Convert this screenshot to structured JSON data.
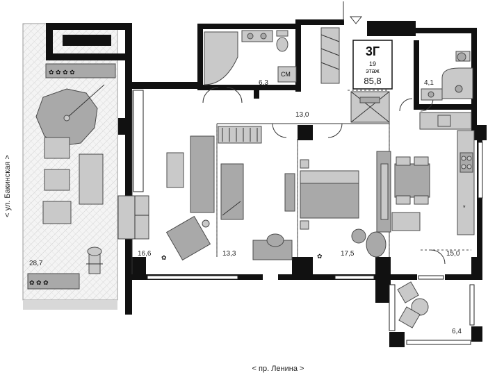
{
  "apartment": {
    "type": "3Г",
    "floor_number": "19",
    "floor_label": "этаж",
    "total_area": "85,8"
  },
  "rooms": {
    "terrace": "28,7",
    "bath": "6,3",
    "bath_tag": "СМ",
    "corridor": "13,0",
    "wc": "4,1",
    "living": "16,6",
    "bedroom_left": "13,3",
    "bedroom_right": "17,5",
    "kitchen": "15,0",
    "balcony": "6,4"
  },
  "streets": {
    "left": "< ул. Бакинская >",
    "bottom": "< пр. Ленина >"
  },
  "colors": {
    "wall": "#111111",
    "furniture": "#a9a9a9",
    "background": "#ffffff"
  },
  "icons": [
    "entrance-arrow-icon",
    "plant-icon",
    "umbrella-icon",
    "stove-icon"
  ]
}
